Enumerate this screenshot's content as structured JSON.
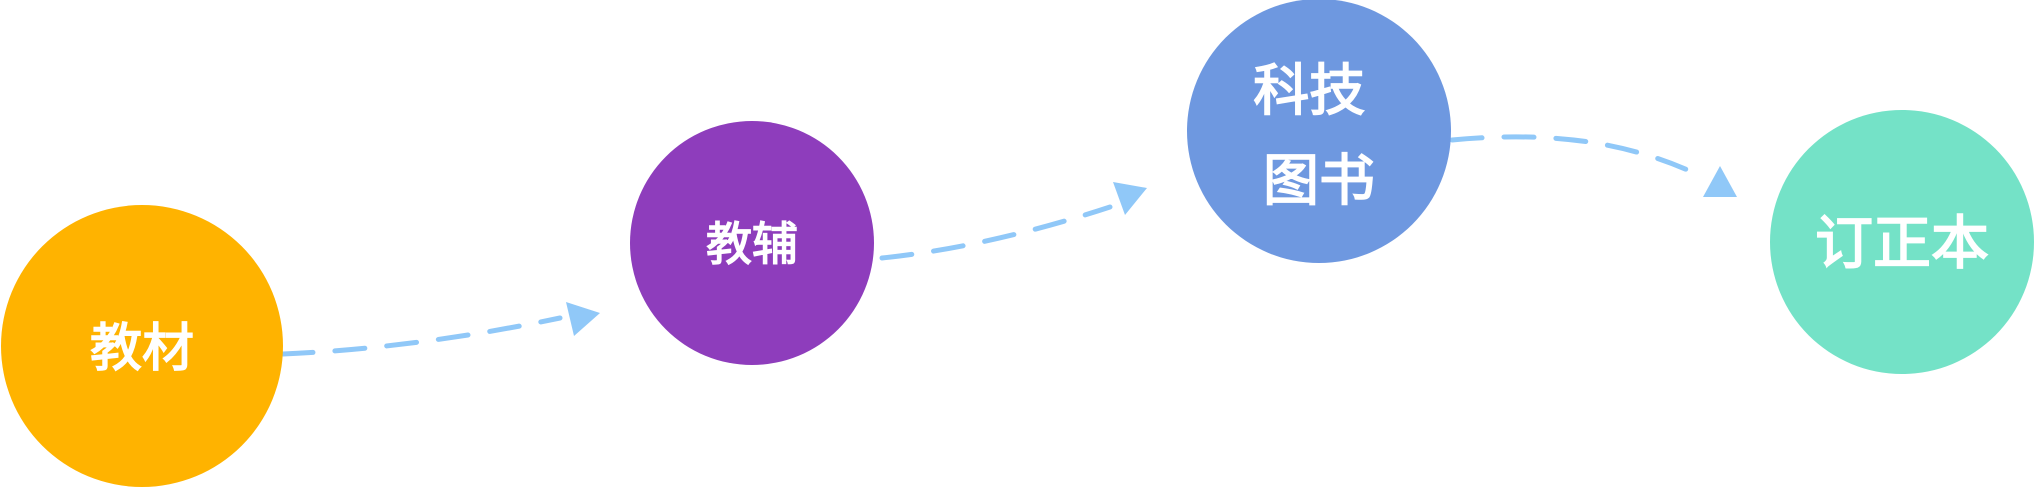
{
  "nodes": [
    {
      "id": "jiaocai",
      "lines": [
        "教材"
      ],
      "color": "#FFB300"
    },
    {
      "id": "jiaofu",
      "lines": [
        "教辅"
      ],
      "color": "#8E3DBC"
    },
    {
      "id": "keji-tushu",
      "lines": [
        "科技",
        "图书"
      ],
      "color": "#6E98E0"
    },
    {
      "id": "dingzhengben",
      "lines": [
        "订正本"
      ],
      "color": "#74E2C7"
    }
  ],
  "connector_color": "#90C8F8"
}
